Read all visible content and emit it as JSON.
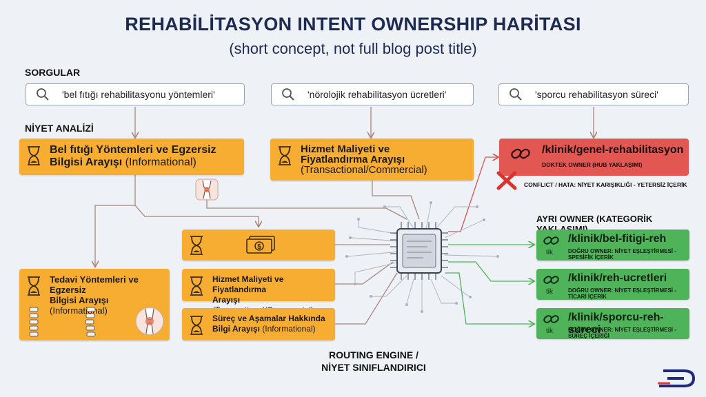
{
  "header": {
    "title": "REHABİLİTASYON INTENT OWNERSHIP HARİTASI",
    "subtitle": "(short concept, not full blog post title)"
  },
  "labels": {
    "queries": "SORGULAR",
    "intent_analysis": "NİYET ANALİZİ",
    "separate_owner": "AYRI OWNER (KATEGORİK YAKLAŞIMI)",
    "routing_line1": "ROUTING ENGINE /",
    "routing_line2": "NİYET SINIFLANDIRICI"
  },
  "queries": [
    "'bel fıtığı rehabilitasyonu yöntemleri'",
    "'nörolojik rehabilitasyon ücretleri'",
    "'sporcu rehabilitasyon süreci'"
  ],
  "intents": [
    {
      "bold": "Bel fıtığı Yöntemleri ve Egzersiz",
      "bold2": "Bilgisi Arayışı",
      "normal": " (Informational)"
    },
    {
      "bold": "Hizmet Maliyeti ve",
      "bold2": "Fiyatlandırma Arayışı",
      "normal": "(Transactional/Commercial)"
    }
  ],
  "hub": {
    "url": "/klinik/genel-rehabilitasyon",
    "owner": "DOKTEK OWNER (HUB YAKLAŞIMI)",
    "conflict": "CONFLICT / HATA: NİYET KARIŞIKLIĞI - YETERSİZ İÇERİK"
  },
  "sub_intents": [
    {
      "bold": "Tedavi Yöntemleri ve Egzersiz",
      "bold2": "Bilgisi Arayışı",
      "normal": " (Informational)"
    },
    {
      "bold": "Hizmet Maliyeti ve Fiyatlandırma",
      "bold2": "Arayışı",
      "normal": " (Transactional/Commercial)"
    },
    {
      "bold": "Süreç ve Aşamalar Hakkında",
      "bold2": "Bilgi Arayışı",
      "normal": " (Informational)"
    }
  ],
  "owners": [
    {
      "tik": "tik",
      "url": "/klinik/bel-fitigi-reh",
      "desc": "DOĞRU OWNER: NİYET EŞLEŞTİRMESİ - SPESİFİK İÇERİK"
    },
    {
      "tik": "tik",
      "url": "/klinik/reh-ucretleri",
      "desc": "DOĞRU OWNER: NİYET EŞLEŞTİRMESİ - TİCARİ İÇERİK"
    },
    {
      "tik": "tik",
      "url": "/klinik/sporcu-reh-sureci",
      "desc": "DOĞRU OWNER: NİYET EŞLEŞTİRMESİ - SÜREÇ İÇERİĞİ"
    }
  ],
  "colors": {
    "orange": "#f6ad32",
    "green": "#4fb35a",
    "red": "#e25752",
    "line_brown": "#a8867a",
    "line_green": "#4fb35a",
    "line_red": "#d9544f"
  },
  "icons": [
    "search-icon",
    "hourglass-icon",
    "link-icon",
    "x-mark-icon",
    "knee-joint-icon",
    "spine-icon",
    "money-icon",
    "chip-icon",
    "brand-logo-icon"
  ]
}
